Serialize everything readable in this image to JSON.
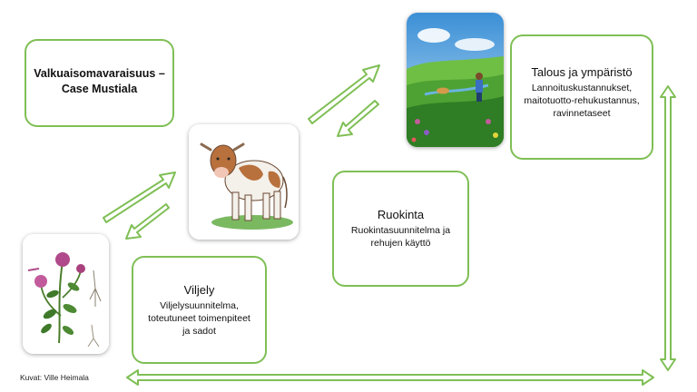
{
  "title": "Valkuaisomavaraisuus – Case Mustiala",
  "boxes": {
    "viljely": {
      "title": "Viljely",
      "text": "Viljelysuunnitelma, toteutuneet toimenpiteet ja sadot"
    },
    "ruokinta": {
      "title": "Ruokinta",
      "text": "Ruokintasuunnitelma ja rehujen käyttö"
    },
    "talous": {
      "title": "Talous ja ympäristö",
      "text": "Lannoituskustannukset, maitotuotto-rehukustannus, ravinnetaseet"
    }
  },
  "credit": "Kuvat: Ville Heimala",
  "colors": {
    "border": "#7fbf55",
    "arrow": "#7fbf55"
  },
  "images": [
    "clover-plant-drawing",
    "cow-drawing",
    "meadow-landscape-painting"
  ]
}
